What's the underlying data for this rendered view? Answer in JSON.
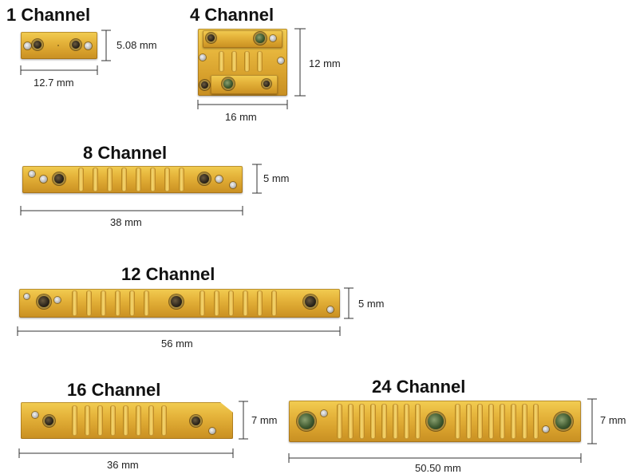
{
  "modules": [
    {
      "id": "1ch",
      "title": "1 Channel",
      "width_label": "12.7 mm",
      "height_label": "5.08 mm"
    },
    {
      "id": "4ch",
      "title": "4 Channel",
      "width_label": "16 mm",
      "height_label": "12 mm"
    },
    {
      "id": "8ch",
      "title": "8 Channel",
      "width_label": "38 mm",
      "height_label": "5 mm"
    },
    {
      "id": "12ch",
      "title": "12 Channel",
      "width_label": "56 mm",
      "height_label": "5 mm"
    },
    {
      "id": "16ch",
      "title": "16 Channel",
      "width_label": "36 mm",
      "height_label": "7 mm"
    },
    {
      "id": "24ch",
      "title": "24 Channel",
      "width_label": "50.50 mm",
      "height_label": "7 mm"
    }
  ],
  "colors": {
    "gold": "#e0ad38",
    "dimension_line": "#333333"
  }
}
